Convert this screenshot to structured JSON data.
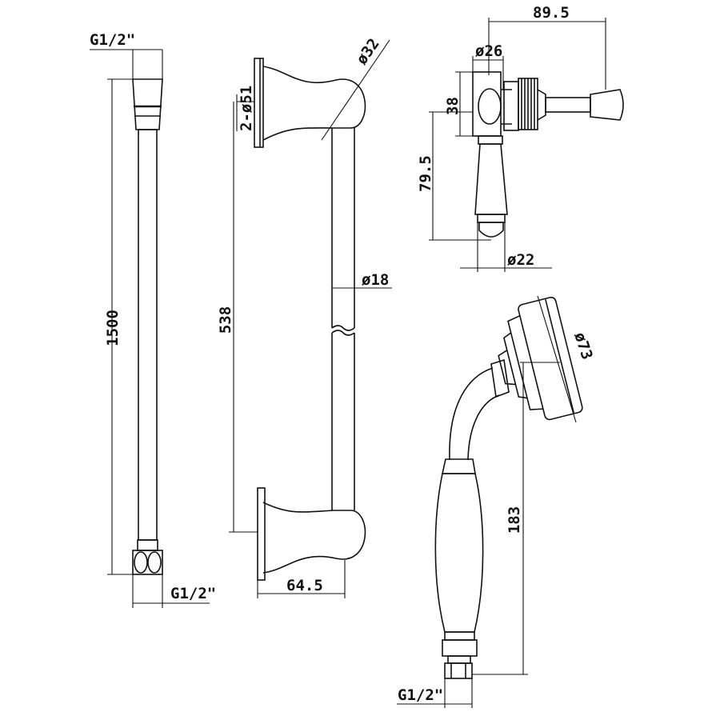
{
  "dimensions": {
    "hose_thread_top": "G1/2\"",
    "hose_length": "1500",
    "hose_thread_bottom": "G1/2\"",
    "bar_fixing": "2-ø51",
    "bar_end_dia": "ø32",
    "bar_length": "538",
    "bar_tube_dia": "ø18",
    "bar_projection": "64.5",
    "holder_reach": "89.5",
    "holder_dia": "ø26",
    "holder_height": "38",
    "holder_drop": "79.5",
    "holder_outlet_dia": "ø22",
    "handset_head_dia": "ø73",
    "handset_length": "183",
    "handset_thread": "G1/2\""
  }
}
